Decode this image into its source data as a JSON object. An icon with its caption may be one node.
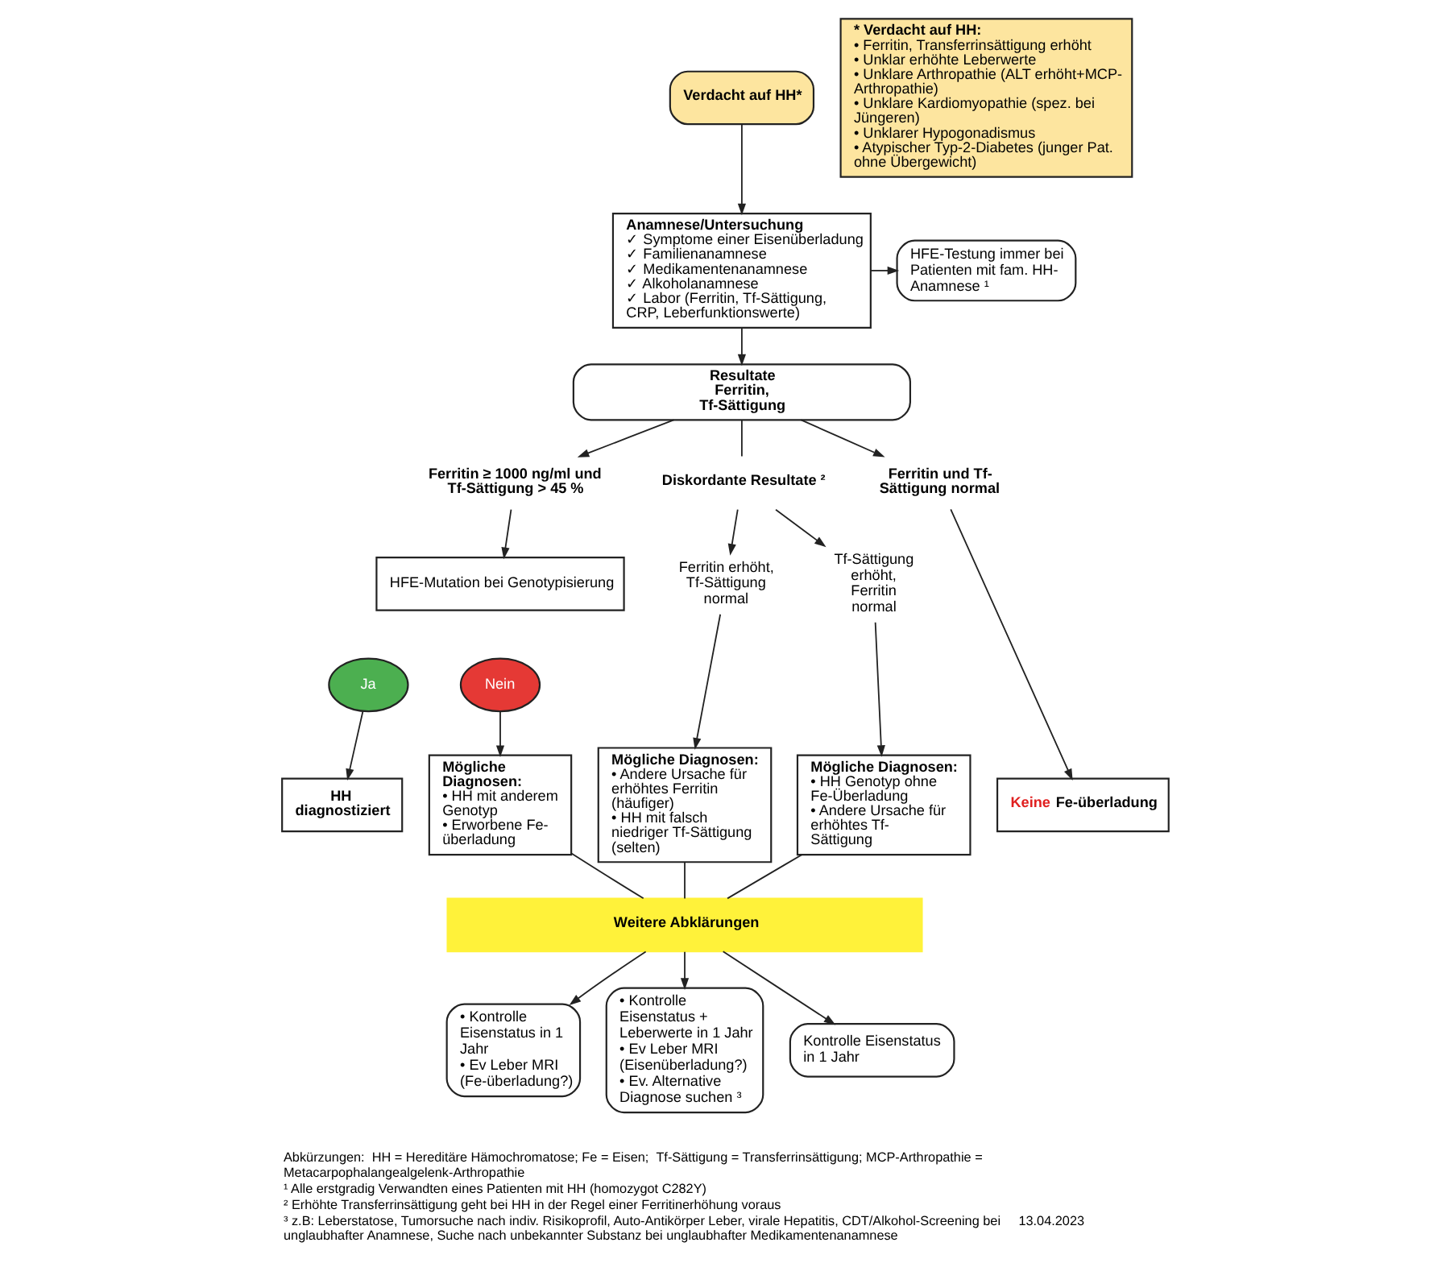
{
  "diagram": {
    "nodes": [
      {
        "text": [
          "Verdacht auf HH*"
        ]
      },
      {
        "text": [
          "Anamnese/Untersuchung",
          "✓ Symptome einer Eisenüberladung",
          "✓ Familienanamnese",
          "✓ Medikamentenanamnese",
          "✓ Alkoholanamnese",
          "✓ Labor (Ferritin, Tf-Sättigung, CRP, Leberfunktionswerte)"
        ]
      },
      {
        "text": [
          "HFE-Testung immer bei Patienten mit fam. HH-Anamnese ¹"
        ]
      },
      {
        "text": [
          "Resultate Ferritin, Tf-Sättigung"
        ]
      },
      {
        "text": [
          "Ferritin ≥ 1000 ng/ml und Tf-Sättigung > 45 %"
        ]
      },
      {
        "text": [
          "Diskordante Resultate ²"
        ]
      },
      {
        "text": [
          "Ferritin und Tf-Sättigung normal"
        ]
      },
      {
        "text": [
          "HFE-Mutation bei Genotypisierung"
        ]
      },
      {
        "text": [
          "Ja"
        ]
      },
      {
        "text": [
          "Nein"
        ]
      },
      {
        "text": [
          "Ferritin erhöht, Tf-Sättigung normal"
        ]
      },
      {
        "text": [
          "Tf-Sättigung erhöht, Ferritin normal"
        ]
      },
      {
        "text": [
          "HH diagnostiziert"
        ]
      },
      {
        "text": [
          "Mögliche Diagnosen:",
          "• HH mit anderem Genotyp",
          "• Erworbene Fe-überladung"
        ]
      },
      {
        "text": [
          "Mögliche Diagnosen:",
          "• Andere Ursache für erhöhtes Ferritin (häufiger)",
          "• HH mit falsch niedriger Tf-Sättigung (selten)"
        ]
      },
      {
        "text": [
          "Mögliche Diagnosen:",
          "• HH Genotyp ohne Fe-Überladung",
          "• Andere Ursache für erhöhtes Tf-Sättigung"
        ]
      },
      {
        "text": [
          "Keine Fe-überladung"
        ]
      },
      {
        "text": [
          "Weitere Abklärungen"
        ]
      },
      {
        "text": [
          "• Kontrolle Eisenstatus in 1 Jahr",
          "• Ev Leber MRI (Fe-überladung?)"
        ]
      },
      {
        "text": [
          "• Kontrolle Eisenstatus + Leberwerte in 1 Jahr",
          "• Ev Leber MRI (Eisenüberladung?)",
          "• Ev. Alternative Diagnose suchen ³"
        ]
      },
      {
        "text": [
          "Kontrolle Eisenstatus in 1 Jahr"
        ]
      },
      {
        "text": [
          "* Verdacht auf HH:",
          "• Ferritin, Transferrinsättigung erhöht",
          "• Unklar erhöhte Leberwerte",
          "• Unklare Arthropathie (ALT erhöht+MCP-Arthropathie)",
          "• Unklare Kardiomyopathie (spez. bei Jüngeren)",
          "• Unklarer Hypogonadismus",
          "• Atypischer Typ-2-Diabetes (junger Pat. ohne Übergewicht)"
        ]
      }
    ],
    "edges": [
      {
        "from": 0,
        "to": 1,
        "arrow": "to"
      },
      {
        "from": 1,
        "to": 2,
        "arrow": "to"
      },
      {
        "from": 1,
        "to": 3,
        "arrow": "to"
      },
      {
        "from": 3,
        "to": 4,
        "arrow": "to"
      },
      {
        "from": 3,
        "to": 5,
        "arrow": "none"
      },
      {
        "from": 3,
        "to": 6,
        "arrow": "to"
      },
      {
        "from": 4,
        "to": 7,
        "arrow": "to"
      },
      {
        "from": 5,
        "to": 10,
        "arrow": "to"
      },
      {
        "from": 5,
        "to": 11,
        "arrow": "to"
      },
      {
        "from": 8,
        "to": 12,
        "arrow": "to"
      },
      {
        "from": 9,
        "to": 13,
        "arrow": "to"
      },
      {
        "from": 10,
        "to": 14,
        "arrow": "to"
      },
      {
        "from": 11,
        "to": 15,
        "arrow": "to"
      },
      {
        "from": 6,
        "to": 16,
        "arrow": "to"
      },
      {
        "from": 13,
        "to": 17,
        "arrow": "none"
      },
      {
        "from": 14,
        "to": 17,
        "arrow": "none"
      },
      {
        "from": 15,
        "to": 17,
        "arrow": "none"
      },
      {
        "from": 17,
        "to": 18,
        "arrow": "to"
      },
      {
        "from": 17,
        "to": 19,
        "arrow": "to"
      },
      {
        "from": 17,
        "to": 20,
        "arrow": "to"
      }
    ],
    "labels": [
      "Abkürzungen:  HH = Hereditäre Hämochromatose; Fe = Eisen;  Tf-Sättigung = Transferrinsättigung; MCP-Arthropathie = Metacarpophalangealgelenk-Arthropathie",
      "¹ Alle erstgradig Verwandten eines Patienten mit HH (homozygot C282Y)",
      "² Erhöhte Transferrinsättigung geht bei HH in der Regel einer Ferritinerhöhung voraus",
      "³ z.B: Leberstatose, Tumorsuche nach indiv. Risikoprofil, Auto-Antikörper Leber, virale Hepatitis, CDT/Alkohol-Screening bei unglaubhafter Anamnese, Suche nach unbekannter Substanz bei unglaubhafter Medikamentenanamnese",
      "13.04.2023"
    ]
  }
}
